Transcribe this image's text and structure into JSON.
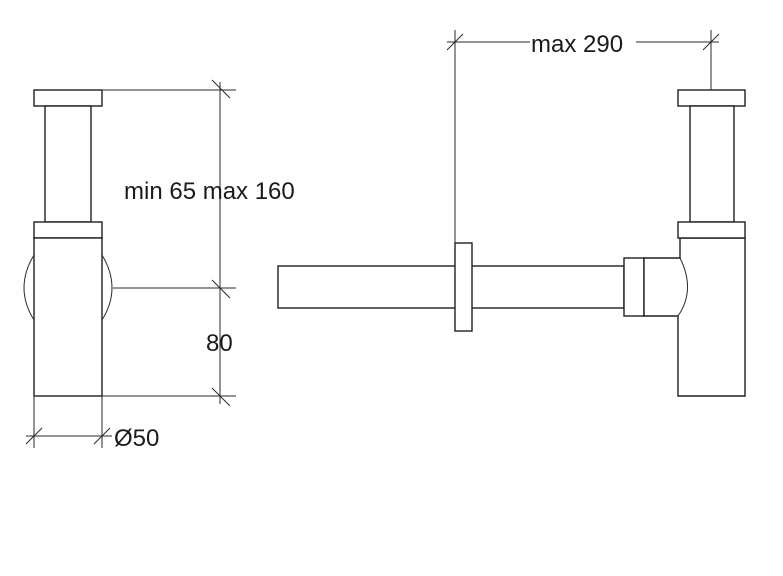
{
  "dimensions": {
    "height_range": "min 65 max 160",
    "trap_height": "80",
    "diameter_symbol": "Ø",
    "diameter": "50",
    "horizontal_reach": "max 290"
  },
  "colors": {
    "line": "#1f1f1f",
    "background": "#ffffff"
  }
}
